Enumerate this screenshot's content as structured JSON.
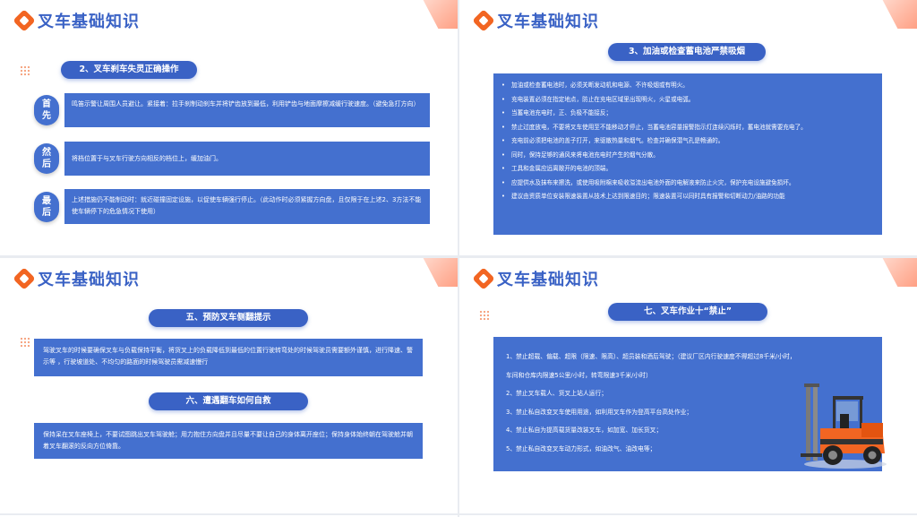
{
  "slide1": {
    "title": "叉车基础知识",
    "heading": "2、叉车刹车失灵正确操作",
    "steps": [
      {
        "label": "首先",
        "text": "鸣笛示警让周围人员避让。紧接着：拉手刹制动刹车并将铲齿放到最低，利用铲齿与地面摩擦减缓行驶速度。（避免急打方向）"
      },
      {
        "label": "然后",
        "text": "将档位置于与叉车行驶方向相反的档位上，缓加油门。"
      },
      {
        "label": "最后",
        "text": "上述措施仍不能制动时：就近碰撞固定设施，以促使车辆强行停止。（此动作时必须紧握方向盘，且仅限于在上述2、3方法不能使车辆停下的危急情况下使用）"
      }
    ]
  },
  "slide2": {
    "title": "叉车基础知识",
    "heading": "3、加油或检查蓄电池严禁吸烟",
    "bullets": [
      "加油或检查蓄电池时，必须关断发动机和电源、不许吸烟或有明火。",
      "充电装置必须在指定地点，防止在充电区域里出现明火，火星或电弧。",
      "当蓄电池充电时，正、负极不能接反；",
      "禁止过度放电，不要将叉车使用至不能移动才停止，当蓄电池容量报警指示灯连续闪烁时，蓄电池就需要充电了。",
      "充电前必须把电池的盖子打开，来驱散热量和烟气。检查并确保潜气孔是畅通的。",
      "同时，保持足够的通风来将电池充电时产生的烟气分散。",
      "工具和金属应远离敞开的电池的顶端。",
      "应提供水及抹布来擦洗，或使用吸附棉来吸收溢流出电池外面的电解液来防止火灾，保护充电设施避免损坏。",
      "建议由资质单位安装限速装置从技术上达到限速目的；限速装置可以同时具有报警和切断动力/油路的功能"
    ]
  },
  "slide3": {
    "title": "叉车基础知识",
    "heading1": "五、预防叉车侧翻提示",
    "text1": "驾驶叉车的时候要确保叉车与负载保持平衡，将货叉上的负载降低到最低的位置行驶转弯处的时候驾驶员需要额外谨慎，进行降速、警示等 ，行驶坡道处、不均匀的路面的时候驾驶员需减速慢行",
    "heading2": "六、遭遇翻车如何自救",
    "text2": "保持呆在叉车座椅上，不要试图跳出叉车驾驶舱；用力抱住方向盘并且尽量不要让自己的身体离开座位；保持身体始终朝在驾驶舱并朝着叉车翻滚的反向方位倚靠。"
  },
  "slide4": {
    "title": "叉车基础知识",
    "heading": "七、叉车作业十“禁止”",
    "items": [
      "1、禁止超载、偏载、超限（限速、限高）、超员装和酒后驾驶；（建议厂区内行驶速度不得超过8千米/小时，",
      "车间和仓库内限速5公里/小时，转弯限速3千米/小时）",
      "2、禁止叉车载人、货叉上站人运行；",
      "3、禁止私自改变叉车使用用途，如利用叉车作为登高平台高处作业；",
      "4、禁止私自为提高载货量改装叉车，如加宽、加长货叉；",
      "5、禁止私自改变叉车动力形式，如油改气、油改电等；"
    ]
  },
  "colors": {
    "primary": "#3a62c5",
    "box": "#4470cf",
    "accent": "#f26522"
  }
}
